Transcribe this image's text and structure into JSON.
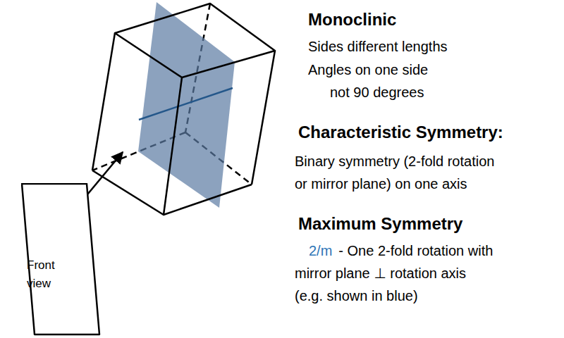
{
  "diagram": {
    "title": "Monoclinic",
    "nodes": [
      {
        "text": [
          "Front view"
        ]
      }
    ],
    "labels": [
      "Sides different lengths",
      "Angles on one side not 90 degrees",
      "Characteristic Symmetry:",
      "Binary symmetry (2-fold rotation or mirror plane) on one axis",
      "Maximum Symmetry",
      "2/m",
      "- One 2-fold rotation with mirror plane ⊥ rotation axis (e.g. shown in blue)"
    ]
  }
}
